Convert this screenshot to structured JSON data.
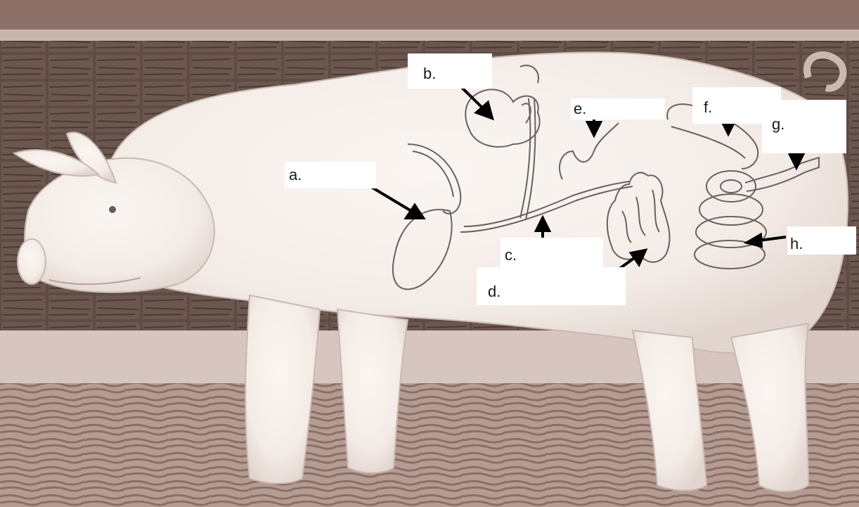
{
  "diagram": {
    "subject": "pig-digestive-system",
    "labels": [
      {
        "id": "a",
        "text": "a."
      },
      {
        "id": "b",
        "text": "b."
      },
      {
        "id": "c",
        "text": "c."
      },
      {
        "id": "d",
        "text": "d."
      },
      {
        "id": "e",
        "text": "e."
      },
      {
        "id": "f",
        "text": "f."
      },
      {
        "id": "g",
        "text": "g."
      },
      {
        "id": "h",
        "text": "h."
      }
    ],
    "colors": {
      "background_wall": "#5b4a42",
      "pig_body": "#f6eeea",
      "organ_outline": "#6a6060",
      "arrow": "#000000",
      "label_box": "#ffffff"
    }
  }
}
